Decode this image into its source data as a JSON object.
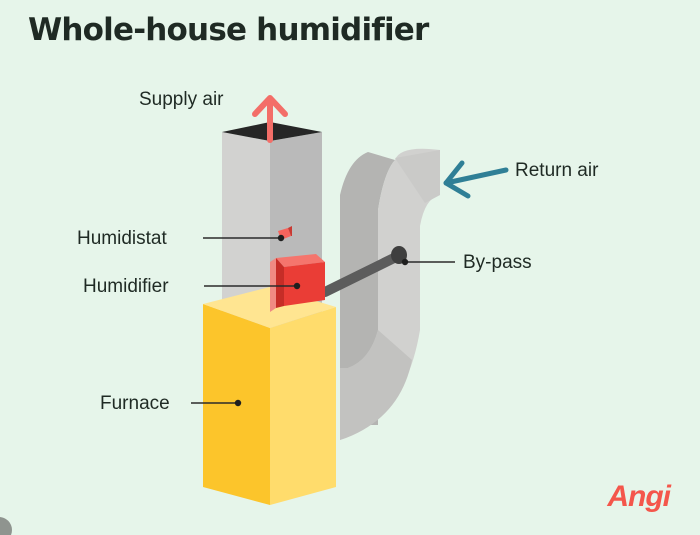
{
  "title": "Whole-house humidifier",
  "labels": {
    "supply_air": "Supply air",
    "return_air": "Return air",
    "humidistat": "Humidistat",
    "humidifier": "Humidifier",
    "bypass": "By-pass",
    "furnace": "Furnace"
  },
  "brand": "Angi",
  "colors": {
    "background": "#e6f5ea",
    "duct": "#d1d1cf",
    "furnace": "#fbc631",
    "humidifier": "#ee433d",
    "supply_arrow": "#f36e68",
    "return_arrow": "#2f7f96",
    "brand": "#f4564b"
  },
  "icons": {
    "supply": "up-arrow-icon",
    "return": "left-arrow-icon"
  }
}
